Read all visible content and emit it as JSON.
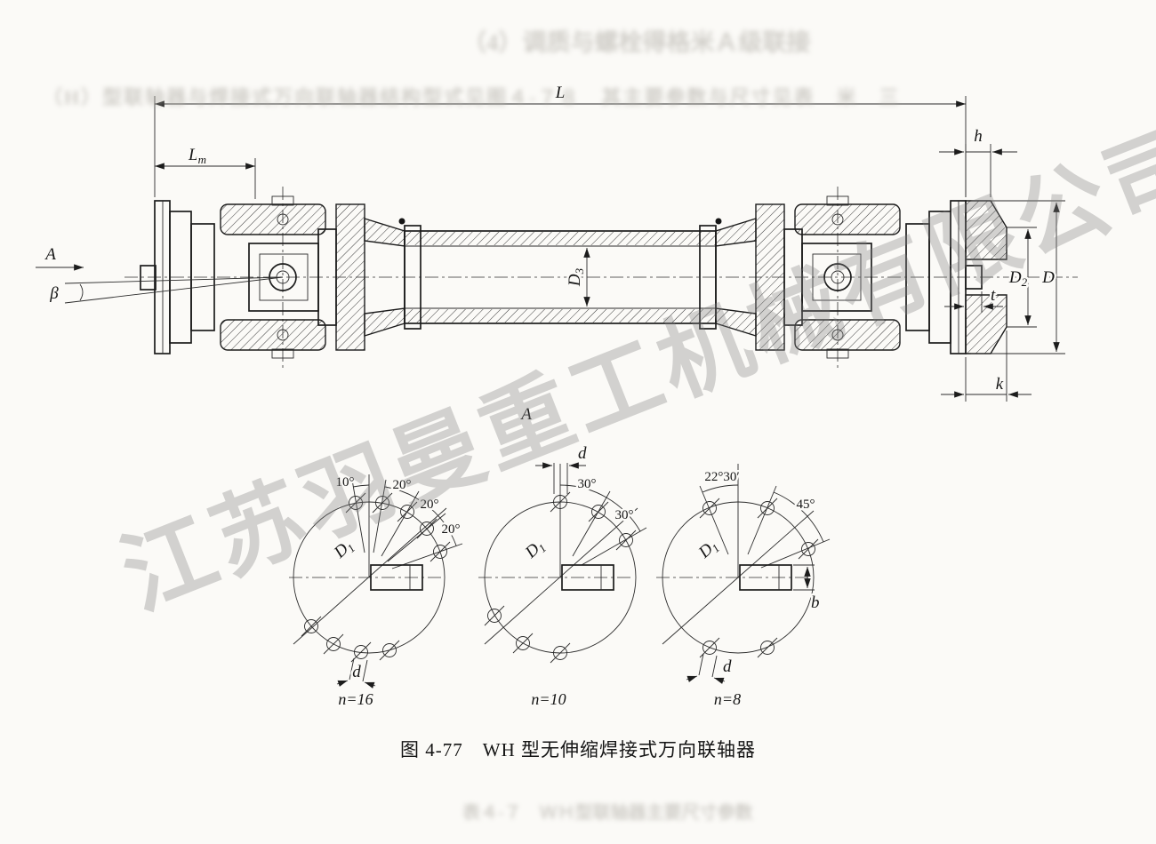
{
  "watermark": {
    "text": "江苏羽曼重工机械有限公司"
  },
  "bleed_text": {
    "line1": "（4）调质与螺栓得格米Ａ级联接",
    "line2": "（H）型联轴器与焊接式万向联轴器结构型式见图４-７８　其主要参数与尺寸见表　米　三",
    "line3": "表４-７　ＷＨ型联轴器主要尺寸参数"
  },
  "caption": {
    "figure": "图 4-77",
    "title": "WH 型无伸缩焊接式万向联轴器"
  },
  "main_view": {
    "dims": {
      "L": "L",
      "Lm_base": "L",
      "Lm_sub": "m",
      "h": "h",
      "view_arrow": "A",
      "beta": "β",
      "D3_base": "D",
      "D3_sub": "3",
      "D2_base": "D",
      "D2_sub": "2",
      "D": "D",
      "t": "t",
      "k": "k"
    }
  },
  "detail_views": {
    "view_label": "A",
    "view1": {
      "angles": [
        "10°",
        "20°",
        "20°",
        "20°"
      ],
      "D1_base": "D",
      "D1_sub": "1",
      "d": "d",
      "n": "n=16"
    },
    "view2": {
      "angles": [
        "30°",
        "30°"
      ],
      "D1_base": "D",
      "D1_sub": "1",
      "d": "d",
      "n": "n=10"
    },
    "view3": {
      "angles": [
        "22°30′",
        "45°"
      ],
      "D1_base": "D",
      "D1_sub": "1",
      "d": "d",
      "b": "b",
      "n": "n=8"
    }
  }
}
